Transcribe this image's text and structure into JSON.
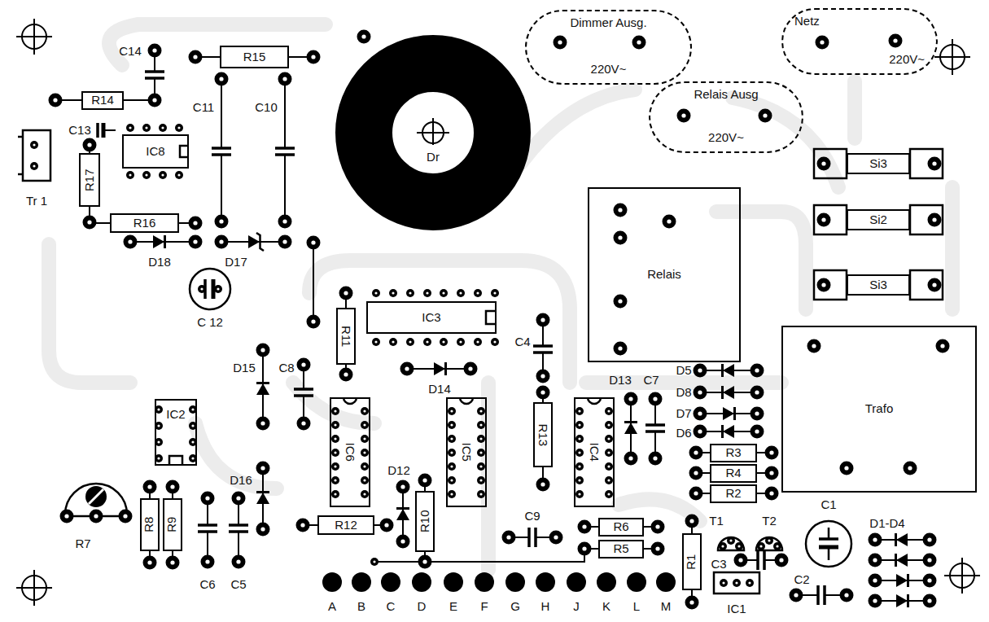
{
  "diagram": {
    "nodes": [
      {
        "text": [
          "Dimmer Ausg.",
          "220V~"
        ]
      },
      {
        "text": [
          "Netz",
          "220V~"
        ]
      },
      {
        "text": [
          "Relais Ausg",
          "220V~"
        ]
      },
      {
        "text": [
          "R15"
        ]
      },
      {
        "text": [
          "R14"
        ]
      },
      {
        "text": [
          "IC8"
        ]
      },
      {
        "text": [
          "R17"
        ]
      },
      {
        "text": [
          "R16"
        ]
      },
      {
        "text": [
          "Dr"
        ]
      },
      {
        "text": [
          "Si3"
        ]
      },
      {
        "text": [
          "Si2"
        ]
      },
      {
        "text": [
          "Si3"
        ]
      },
      {
        "text": [
          "Relais"
        ]
      },
      {
        "text": [
          "IC3"
        ]
      },
      {
        "text": [
          "R11"
        ]
      },
      {
        "text": [
          "Trafo"
        ]
      },
      {
        "text": [
          "IC6"
        ]
      },
      {
        "text": [
          "IC5"
        ]
      },
      {
        "text": [
          "IC4"
        ]
      },
      {
        "text": [
          "R13"
        ]
      },
      {
        "text": [
          "R3"
        ]
      },
      {
        "text": [
          "R4"
        ]
      },
      {
        "text": [
          "R2"
        ]
      },
      {
        "text": [
          "IC2"
        ]
      },
      {
        "text": [
          "R8"
        ]
      },
      {
        "text": [
          "R9"
        ]
      },
      {
        "text": [
          "R10"
        ]
      },
      {
        "text": [
          "R12"
        ]
      },
      {
        "text": [
          "R6"
        ]
      },
      {
        "text": [
          "R5"
        ]
      },
      {
        "text": [
          "R1"
        ]
      },
      {
        "text": [
          "IC1"
        ]
      }
    ],
    "labels": [
      "C14",
      "C13",
      "C11",
      "C10",
      "Tr 1",
      "D18",
      "D17",
      "C 12",
      "D15",
      "C8",
      "D14",
      "C4",
      "D13",
      "C7",
      "D5",
      "D8",
      "D7",
      "D6",
      "D16",
      "D12",
      "R7",
      "C6",
      "C5",
      "C9",
      "T1",
      "T2",
      "C3",
      "C1",
      "D1-D4",
      "C2",
      "A",
      "B",
      "C",
      "D",
      "E",
      "F",
      "G",
      "H",
      "J",
      "K",
      "L",
      "M"
    ]
  }
}
